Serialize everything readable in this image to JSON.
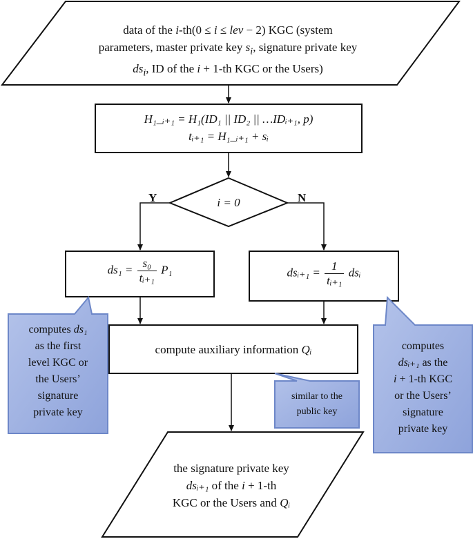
{
  "input": {
    "line1_a": "data of the ",
    "line1_i": "i",
    "line1_b": "-th(0 ≤ ",
    "line1_i2": "i",
    "line1_c": " ≤ ",
    "line1_lev": "lev",
    "line1_d": " − 2)  KGC (system",
    "line2_a": "parameters, master private key  ",
    "line2_s": "s",
    "line2_si": "i",
    "line2_b": ", signature private key",
    "line3_ds": "ds",
    "line3_dsi": "i",
    "line3_b": ", ID of the  ",
    "line3_i": "i",
    "line3_c": " + 1-th KGC or the Users)"
  },
  "hash_box": {
    "line1": "H₁_ᵢ₊₁ = H₁(ID₁ || ID₂  || …IDᵢ₊₁, p)",
    "line2": "tᵢ₊₁ = H₁_ᵢ₊₁ + sᵢ"
  },
  "decision": {
    "label": "i = 0",
    "yes": "Y",
    "no": "N"
  },
  "left_box": {
    "lhs": "ds₁ =",
    "num": "s₀",
    "den": "tᵢ₊₁",
    "rhs": "P₁"
  },
  "right_box": {
    "lhs": "dsᵢ₊₁ =",
    "num": "1",
    "den": "tᵢ₊₁",
    "rhs": "dsᵢ"
  },
  "aux_box": {
    "text": "compute auxiliary information  ",
    "q": "Qᵢ"
  },
  "output": {
    "line1": "the signature private key",
    "line2_ds": "dsᵢ₊₁",
    "line2_b": "  of the ",
    "line2_i": "i",
    "line2_c": " + 1-th",
    "line3_a": "KGC or the Users and  ",
    "line3_q": "Qᵢ"
  },
  "callout_left": {
    "l1_a": "computes  ",
    "l1_ds": "ds₁",
    "l2": "as the first",
    "l3": "level KGC or",
    "l4": "the Users’",
    "l5": "signature",
    "l6": "private key"
  },
  "callout_mid": {
    "l1": "similar to the",
    "l2": "public key"
  },
  "callout_right": {
    "l1": "computes",
    "l2_ds": "dsᵢ₊₁",
    "l2_b": "  as the",
    "l3_i": "i",
    "l3_b": " + 1-th KGC",
    "l4": "or the Users’",
    "l5": "signature",
    "l6": "private key"
  },
  "colors": {
    "callout_fill": "#9aaee0",
    "callout_stroke": "#6d87c8",
    "line": "#111111"
  }
}
